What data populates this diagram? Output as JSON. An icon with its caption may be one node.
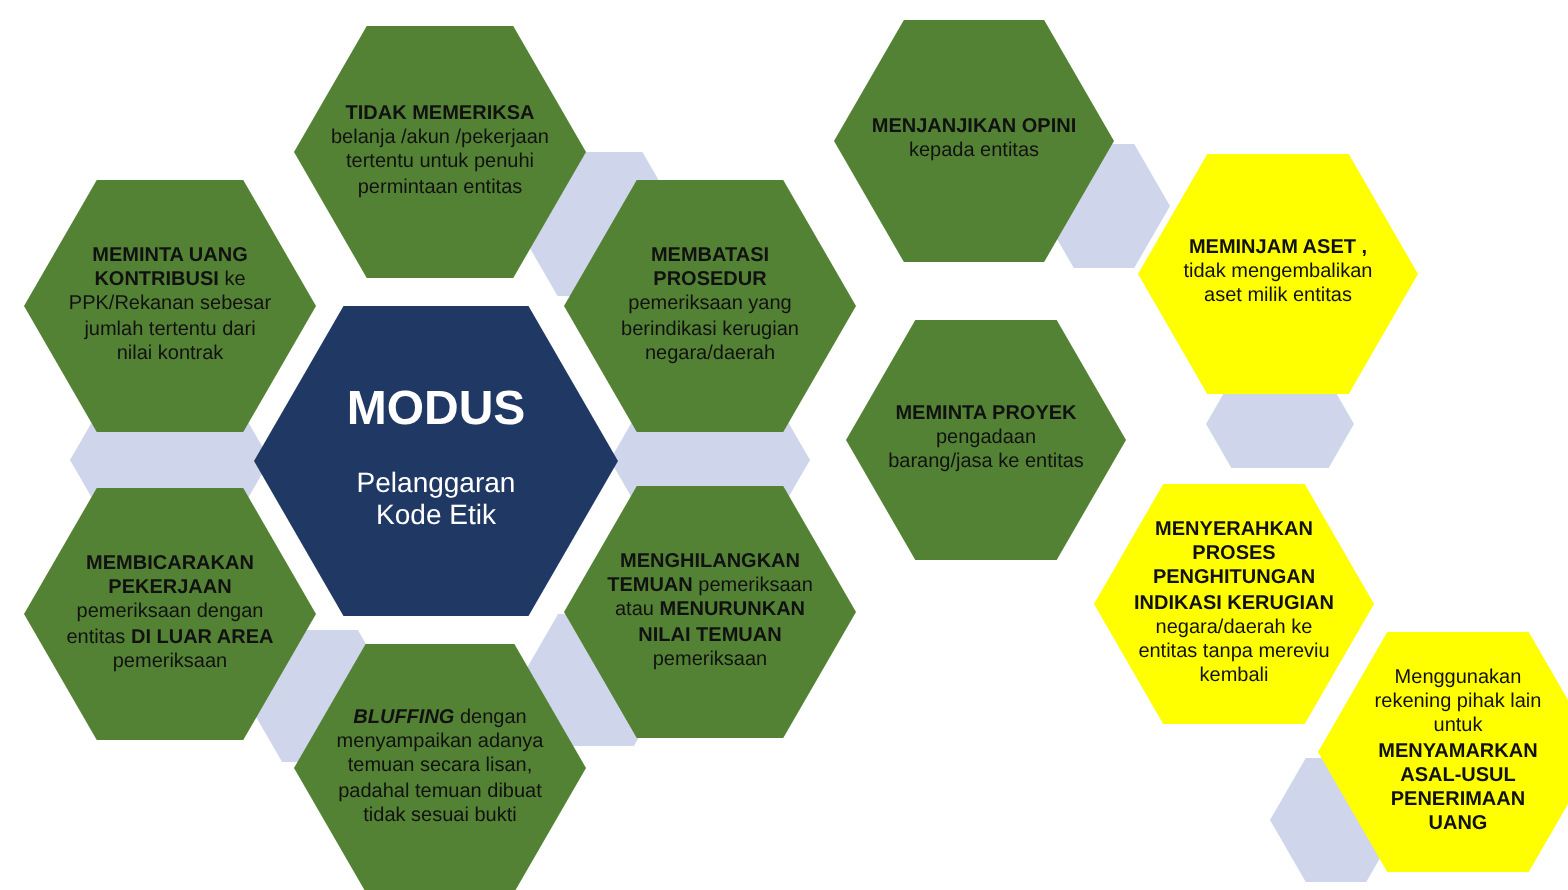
{
  "diagram": {
    "nodes": [
      {
        "text": [
          "**TIDAK MEMERIKSA** belanja /akun /pekerjaan tertentu untuk penuhi permintaan entitas"
        ]
      },
      {
        "text": [
          "**MEMINTA UANG KONTRIBUSI** ke PPK/Rekanan sebesar jumlah tertentu dari nilai kontrak"
        ]
      },
      {
        "text": [
          "**MEMBATASI PROSEDUR** pemeriksaan yang berindikasi kerugian negara/daerah"
        ]
      },
      {
        "text": [
          "MODUS",
          "Pelanggaran Kode Etik"
        ]
      },
      {
        "text": [
          "**MEMBICARAKAN PEKERJAAN** pemeriksaan dengan entitas **DI LUAR AREA** pemeriksaan"
        ]
      },
      {
        "text": [
          "**MENGHILANGKAN TEMUAN** pemeriksaan atau **MENURUNKAN NILAI TEMUAN** pemeriksaan"
        ]
      },
      {
        "text": [
          "**BLUFFING** dengan menyampaikan adanya temuan secara lisan, padahal temuan dibuat tidak sesuai bukti"
        ]
      },
      {
        "text": [
          "**MENJANJIKAN OPINI** kepada entitas"
        ]
      },
      {
        "text": [
          "**MEMINJAM ASET ,** tidak mengembalikan aset milik entitas"
        ]
      },
      {
        "text": [
          "**MEMINTA PROYEK** pengadaan barang/jasa ke entitas"
        ]
      },
      {
        "text": [
          "**MENYERAHKAN PROSES PENGHITUNGAN INDIKASI KERUGIAN** negara/daerah ke entitas tanpa mereviu kembali"
        ]
      },
      {
        "text": [
          "Menggunakan rekening pihak lain untuk **MENYAMARKAN ASAL-USUL PENERIMAAN UANG**"
        ]
      }
    ]
  }
}
